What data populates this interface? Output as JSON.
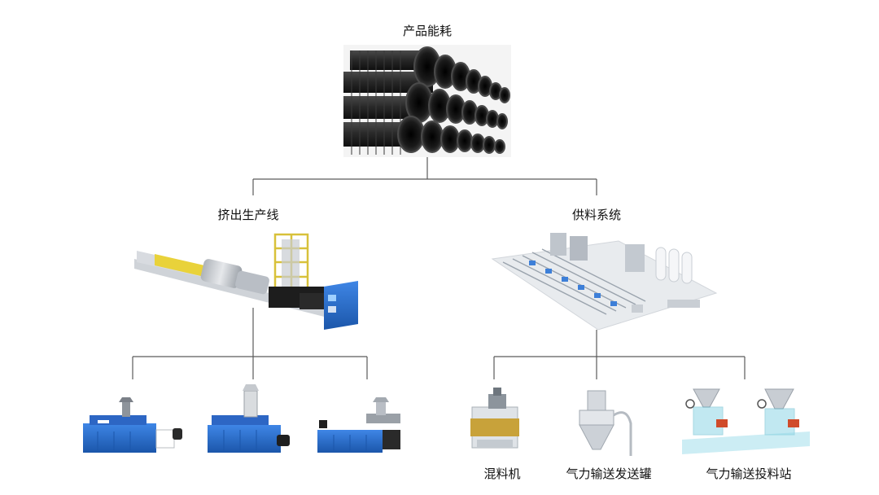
{
  "diagram": {
    "root": {
      "label": "产品能耗",
      "image": "pipe-stack"
    },
    "branches": [
      {
        "label": "挤出生产线",
        "image": "extrusion-line",
        "children": [
          {
            "label": "",
            "image": "twin-screw-extruder"
          },
          {
            "label": "",
            "image": "single-screw-extruder"
          },
          {
            "label": "",
            "image": "co-extruder"
          }
        ]
      },
      {
        "label": "供料系统",
        "image": "feeding-plant",
        "children": [
          {
            "label": "混料机",
            "image": "mixer"
          },
          {
            "label": "气力输送发送罐",
            "image": "pneumatic-conveying-tank"
          },
          {
            "label": "气力输送投料站",
            "image": "pneumatic-feeding-station"
          }
        ]
      }
    ]
  },
  "colors": {
    "connector": "#5a5a5a",
    "pipe": "#1e1e1e",
    "machine_blue": "#2a6fd0",
    "steel": "#c9ccd1",
    "accent_yellow": "#e9d23a",
    "plant_floor": "#e8ebee",
    "glass": "#8fd6e6"
  }
}
